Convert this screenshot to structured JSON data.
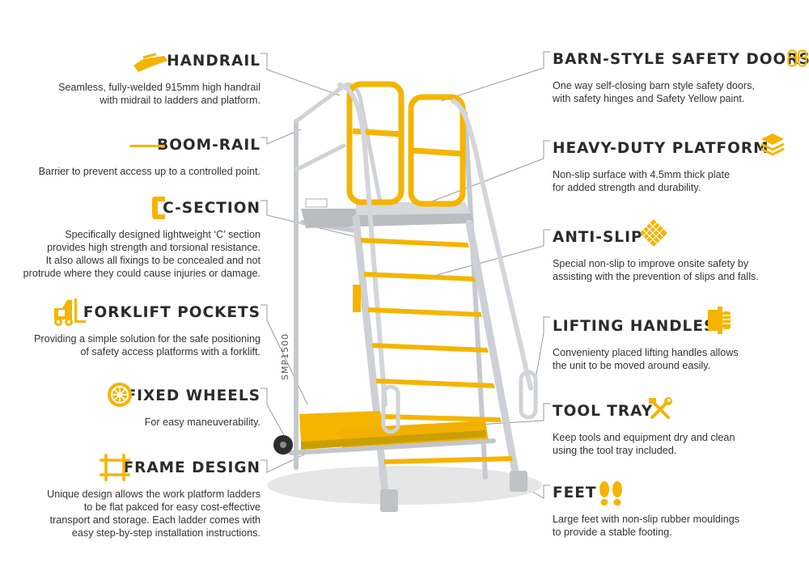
{
  "colors": {
    "accent": "#f5b400",
    "text": "#2b2b2b",
    "leader": "#9a9a9a",
    "aluminium": "#c9ccd0"
  },
  "model_label": "SMP1500",
  "features": [
    {
      "id": "handrail",
      "icon": "handrail-icon",
      "title": "HANDRAIL",
      "desc": [
        "Seamless, fully-welded 915mm high handrail",
        "with midrail to ladders and platform."
      ]
    },
    {
      "id": "boom-rail",
      "icon": "boom-rail-icon",
      "title": "BOOM-RAIL",
      "desc": [
        "Barrier to prevent access up to a controlled point."
      ]
    },
    {
      "id": "c-section",
      "icon": "c-section-icon",
      "title": "C-SECTION",
      "desc": [
        "Specifically designed lightweight ‘C’ section",
        "provides high strength and torsional resistance.",
        "It also allows all fixings to be concealed and not",
        "protrude where they could cause injuries or damage."
      ]
    },
    {
      "id": "forklift-pockets",
      "icon": "forklift-icon",
      "title": "FORKLIFT POCKETS",
      "desc": [
        "Providing a simple solution for the safe positioning",
        "of safety access platforms with a forklift."
      ]
    },
    {
      "id": "fixed-wheels",
      "icon": "wheel-icon",
      "title": "FIXED WHEELS",
      "desc": [
        "For easy maneuverability."
      ]
    },
    {
      "id": "frame-design",
      "icon": "frame-icon",
      "title": "FRAME DESIGN",
      "desc": [
        "Unique design allows the work platform ladders",
        "to be flat pakced for easy cost-effective",
        "transport and storage. Each ladder comes with",
        "easy step-by-step installation instructions."
      ]
    },
    {
      "id": "barn-doors",
      "icon": "doors-icon",
      "title": "BARN-STYLE SAFETY DOORS",
      "desc": [
        "One way self-closing barn style safety doors,",
        "with safety hinges and Safety Yellow paint."
      ]
    },
    {
      "id": "platform",
      "icon": "layers-icon",
      "title": "HEAVY-DUTY PLATFORM",
      "desc": [
        "Non-slip surface with 4.5mm thick plate",
        "for added strength and durability."
      ]
    },
    {
      "id": "anti-slip",
      "icon": "anti-slip-icon",
      "title": "ANTI-SLIP",
      "desc": [
        "Special non-slip to improve onsite safety by",
        "assisting with the prevention of slips and falls."
      ]
    },
    {
      "id": "lifting-handles",
      "icon": "hand-grip-icon",
      "title": "LIFTING HANDLES",
      "desc": [
        "Convenienty placed lifting handles allows",
        "the unit to be moved around easily."
      ]
    },
    {
      "id": "tool-tray",
      "icon": "tools-icon",
      "title": "TOOL TRAY",
      "desc": [
        "Keep tools and equipment dry and clean",
        "using the tool tray included."
      ]
    },
    {
      "id": "feet",
      "icon": "footprints-icon",
      "title": "FEET",
      "desc": [
        "Large feet with non-slip rubber mouldings",
        "to provide a stable footing."
      ]
    }
  ]
}
